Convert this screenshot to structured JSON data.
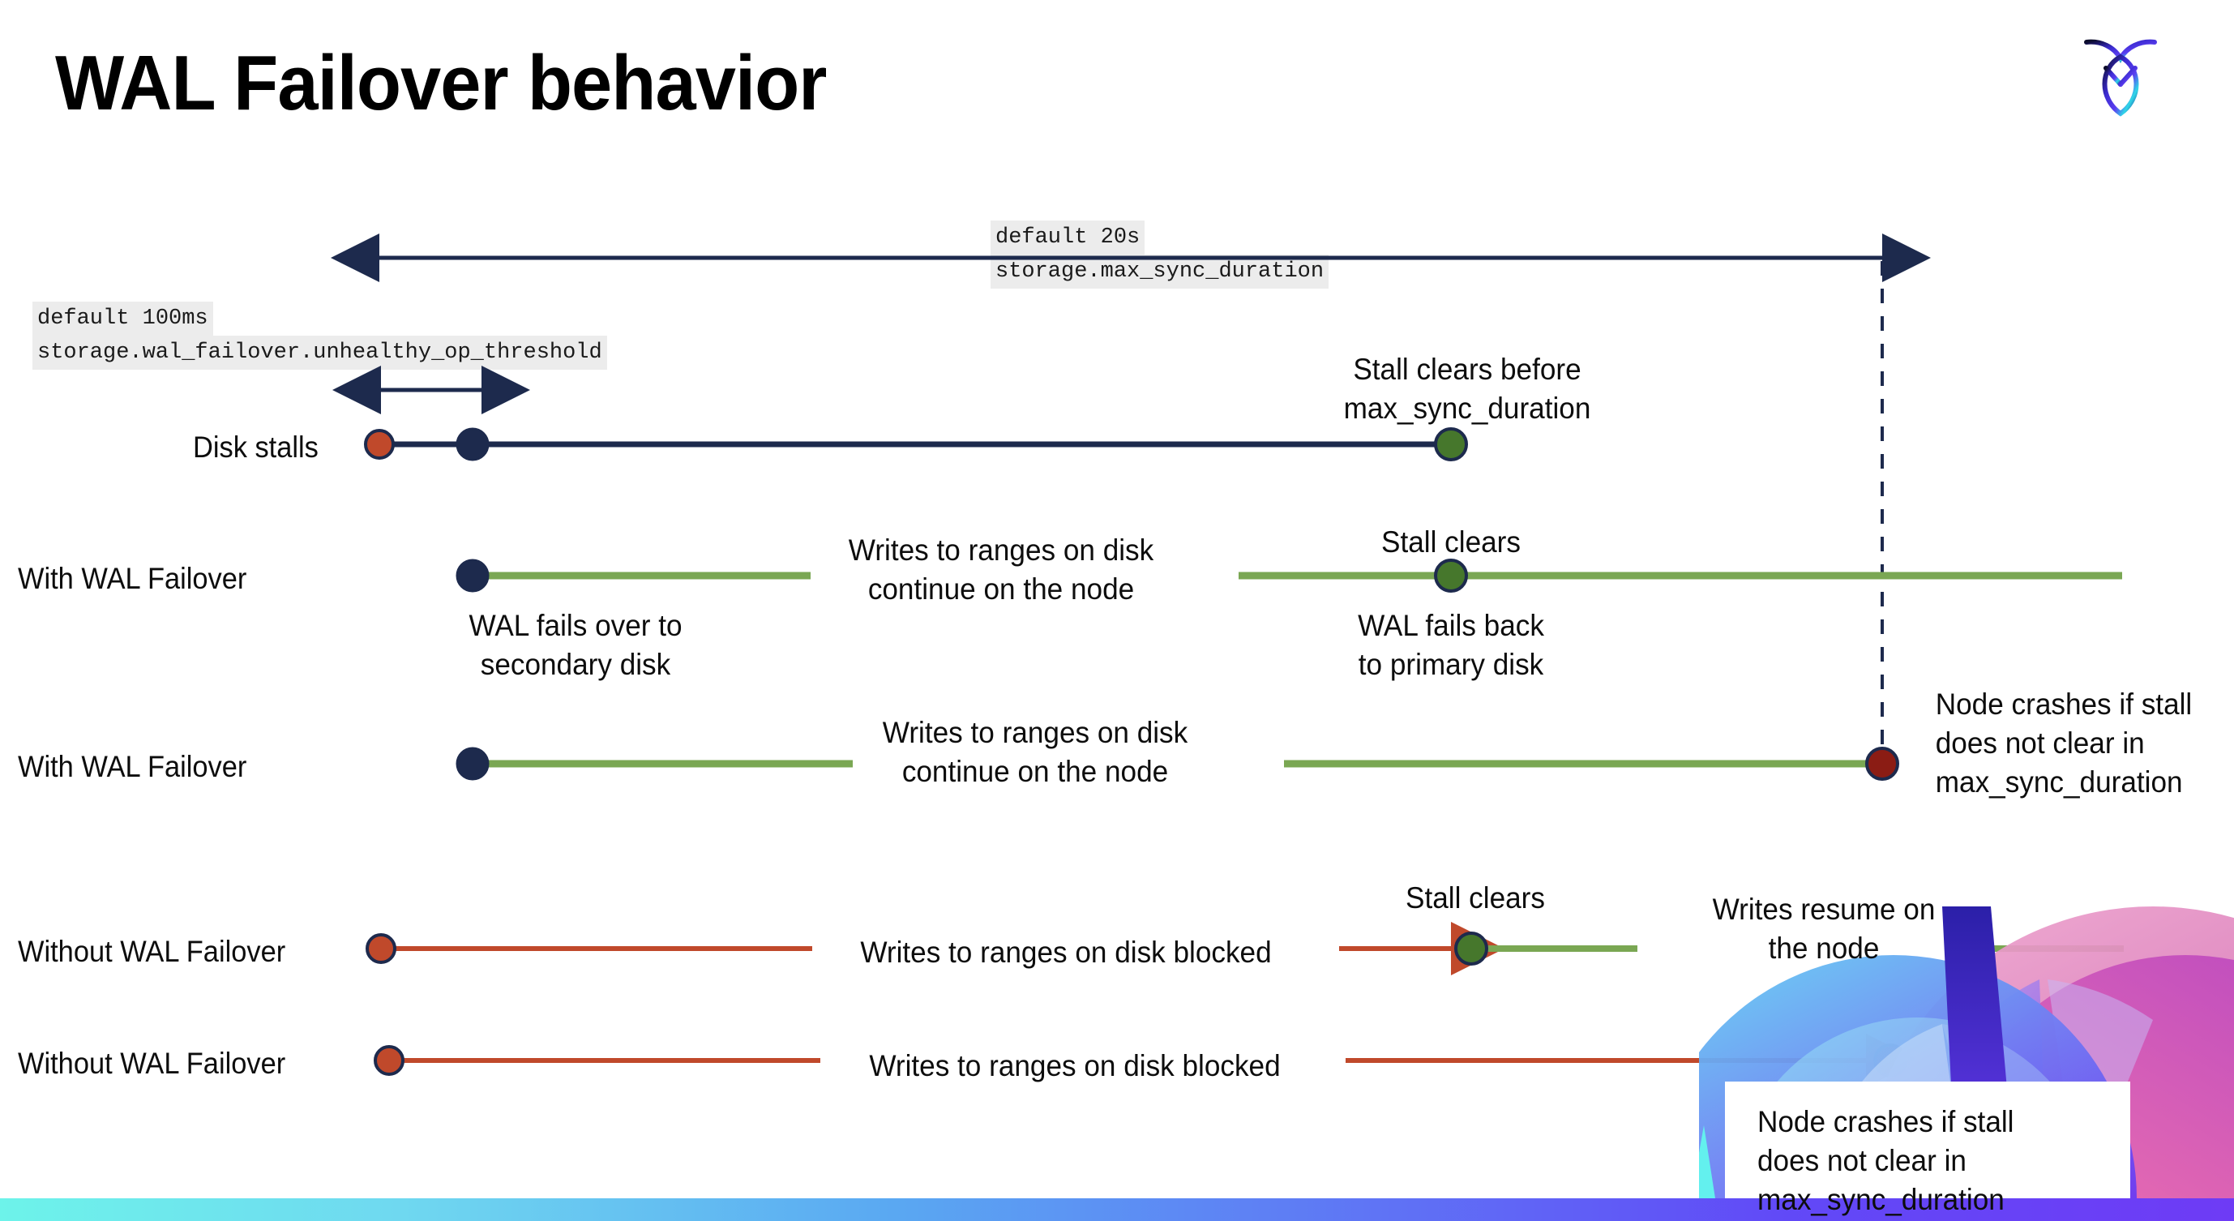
{
  "slide": {
    "title": "WAL Failover behavior",
    "logo_name": "cockroachdb-logo"
  },
  "settings": [
    {
      "id": "max-sync-duration",
      "default_label": "default 20s",
      "setting_name": "storage.max_sync_duration"
    },
    {
      "id": "unhealthy-op-threshold",
      "default_label": "default 100ms",
      "setting_name": "storage.wal_failover.unhealthy_op_threshold"
    }
  ],
  "rows": [
    {
      "id": "disk-stalls",
      "label": "Disk stalls",
      "annotation_above": "Stall clears before\nmax_sync_duration"
    },
    {
      "id": "with-wal-failover-recovers",
      "label": "With WAL Failover",
      "annotation_mid": "Writes to ranges on disk\ncontinue on the node",
      "annotation_above": "Stall clears",
      "annotation_below_left": "WAL fails over to\nsecondary disk",
      "annotation_below_right": "WAL fails  back\nto primary disk"
    },
    {
      "id": "with-wal-failover-crashes",
      "label": "With WAL Failover",
      "annotation_mid": "Writes to ranges on disk\ncontinue on the node",
      "annotation_right": "Node crashes if stall\ndoes not clear in\nmax_sync_duration"
    },
    {
      "id": "without-wal-failover-recovers",
      "label": "Without WAL Failover",
      "annotation_mid": "Writes to ranges on disk  blocked",
      "annotation_above": "Stall clears",
      "annotation_right": "Writes resume on\nthe node"
    },
    {
      "id": "without-wal-failover-crashes",
      "label": "Without WAL Failover",
      "annotation_mid": "Writes to ranges on disk  blocked",
      "annotation_right": "Node crashes if stall\ndoes not clear in\nmax_sync_duration"
    }
  ],
  "colors": {
    "navy": "#1d2a4d",
    "orange_red": "#c0492b",
    "green_dot": "#46772c",
    "green_line": "#7aa753",
    "dark_red": "#8b1c14",
    "chip_bg": "#ececec",
    "gradient_start": "#6df3ea",
    "gradient_end": "#6e3bf5"
  },
  "markers": {
    "stall-start": "orange-dot",
    "failover-point": "navy-dot",
    "stall-clear": "green-dot",
    "node-crash": "dark-red-dot"
  }
}
